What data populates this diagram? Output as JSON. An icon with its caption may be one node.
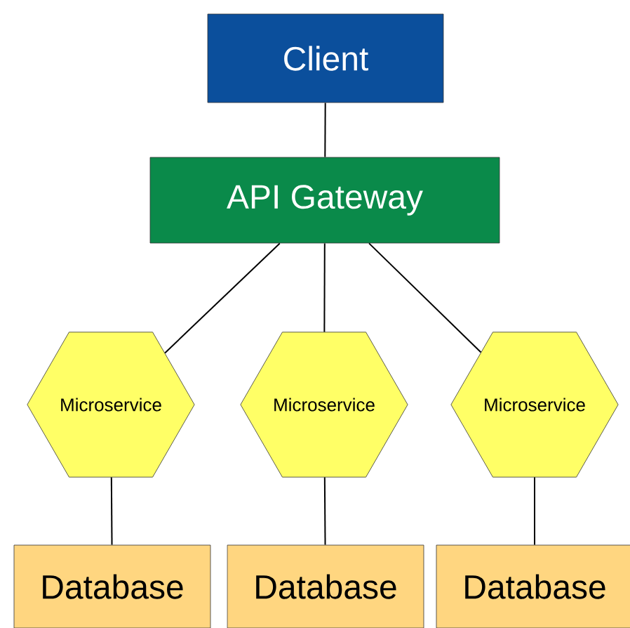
{
  "diagram": {
    "nodes": [
      {
        "text": [
          "Client"
        ]
      },
      {
        "text": [
          "API Gateway"
        ]
      },
      {
        "text": [
          "Microservice"
        ]
      },
      {
        "text": [
          "Microservice"
        ]
      },
      {
        "text": [
          "Microservice"
        ]
      },
      {
        "text": [
          "Database"
        ]
      },
      {
        "text": [
          "Database"
        ]
      },
      {
        "text": [
          "Database"
        ]
      }
    ],
    "edges": [
      {
        "from": 0,
        "to": 1,
        "arrow": "none"
      },
      {
        "from": 1,
        "to": 2,
        "arrow": "none"
      },
      {
        "from": 1,
        "to": 3,
        "arrow": "none"
      },
      {
        "from": 1,
        "to": 4,
        "arrow": "none"
      },
      {
        "from": 2,
        "to": 5,
        "arrow": "none"
      },
      {
        "from": 3,
        "to": 6,
        "arrow": "none"
      },
      {
        "from": 4,
        "to": 7,
        "arrow": "none"
      }
    ]
  }
}
